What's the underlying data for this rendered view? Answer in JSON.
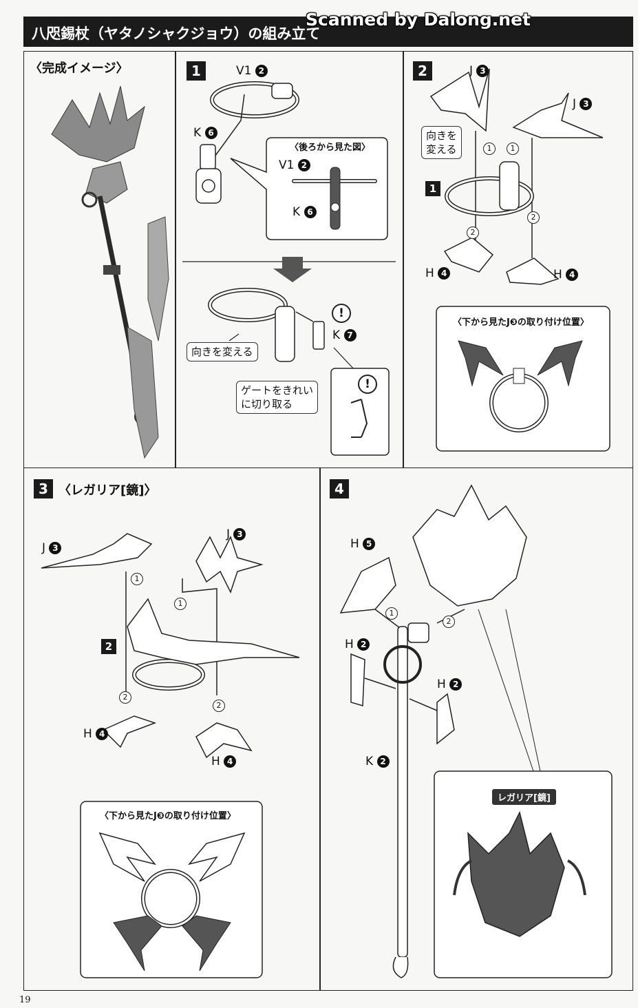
{
  "header": {
    "title": "八咫錫杖（ヤタノシャクジョウ）の組み立て",
    "scan": "Scanned by Dalong.net"
  },
  "image": {
    "label": "〈完成イメージ〉"
  },
  "step1": {
    "num": "1",
    "parts": {
      "v1": "V1",
      "v1_no": "2",
      "k6": "K",
      "k6_no": "6",
      "k7": "K",
      "k7_no": "7"
    },
    "inset_title": "〈後ろから見た図〉",
    "inset_v1": "V1",
    "inset_v1_no": "2",
    "inset_k": "K",
    "inset_k_no": "6",
    "note_turn": "向きを変える",
    "note_gate_1": "ゲートをきれい",
    "note_gate_2": "に切り取る",
    "warn": "!"
  },
  "step2": {
    "num": "2",
    "ref": "1",
    "j_left": "J",
    "j_left_no": "3",
    "j_right": "J",
    "j_right_no": "3",
    "h_left": "H",
    "h_left_no": "4",
    "h_right": "H",
    "h_right_no": "4",
    "note_1": "向きを",
    "note_2": "変える",
    "c1": "1",
    "c2": "2",
    "inset_title": "〈下から見たJ❸の取り付け位置〉"
  },
  "step3": {
    "num": "3",
    "title": "〈レガリア[鏡]〉",
    "ref": "2",
    "j_left": "J",
    "j_left_no": "3",
    "j_right": "J",
    "j_right_no": "3",
    "h_left": "H",
    "h_left_no": "4",
    "h_right": "H",
    "h_right_no": "4",
    "c1": "1",
    "c2": "2",
    "inset_title": "〈下から見たJ❸の取り付け位置〉"
  },
  "step4": {
    "num": "4",
    "h5": "H",
    "h5_no": "5",
    "h2_left": "H",
    "h2_left_no": "2",
    "h2_right": "H",
    "h2_right_no": "2",
    "k2": "K",
    "k2_no": "2",
    "c1": "1",
    "c2": "2",
    "inset_title": "レガリア[鏡]"
  },
  "page": {
    "number": "19"
  }
}
